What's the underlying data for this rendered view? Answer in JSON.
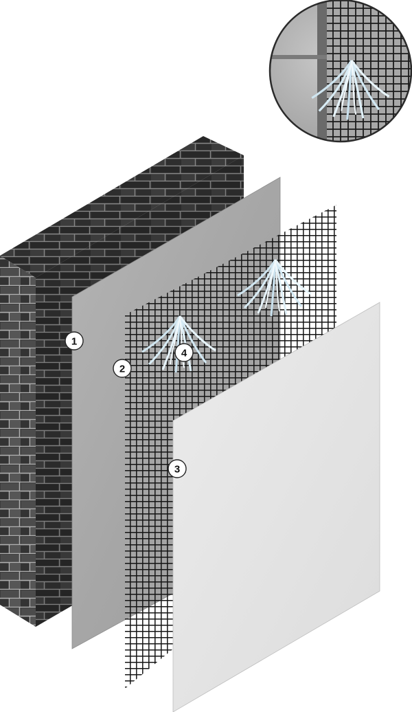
{
  "diagram": {
    "colors": {
      "brick_dark": "#2b2b2b",
      "brick_mid": "#4a4a4a",
      "mortar": "#9a9a9a",
      "plaster_base": "#a9a9a9",
      "mesh_line": "#1a1a1a",
      "finish_coat": "#e6e6e6",
      "fiber": "#cfe3ee"
    },
    "layers": [
      {
        "number": "1",
        "label": ""
      },
      {
        "number": "2",
        "label": ""
      },
      {
        "number": "3",
        "label": ""
      },
      {
        "number": "4",
        "label": ""
      }
    ],
    "inset": {
      "shows": "fiber-mesh-detail"
    }
  }
}
